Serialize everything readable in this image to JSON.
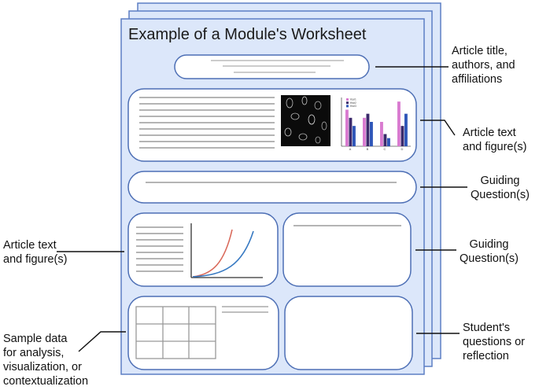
{
  "worksheet_title": "Example of a Module's Worksheet",
  "callouts": {
    "title_authors": [
      "Article title,",
      "authors, and",
      "affiliations"
    ],
    "article_text_right": [
      "Article text",
      "and figure(s)"
    ],
    "guiding_question_1": [
      "Guiding",
      "Question(s)"
    ],
    "article_text_left": [
      "Article text",
      "and figure(s)"
    ],
    "guiding_question_2": [
      "Guiding",
      "Question(s)"
    ],
    "sample_data": [
      "Sample data",
      "for analysis,",
      "visualization, or",
      "contextualization"
    ],
    "student_questions": [
      "Student's",
      "questions or",
      "reflection"
    ]
  },
  "mini_bar_chart": {
    "legend": [
      "Year1",
      "Year2",
      "Year3"
    ],
    "categories": [
      "A",
      "B",
      "C",
      "D"
    ],
    "series_colors": [
      "#d97bd0",
      "#3b2a6b",
      "#2f56b8"
    ],
    "values": [
      [
        9,
        7,
        6,
        11
      ],
      [
        7,
        8,
        3,
        5
      ],
      [
        5,
        6,
        2,
        8
      ]
    ]
  },
  "colors": {
    "page_fill": "#dce7fa",
    "page_stroke": "#5d7fc4",
    "panel_stroke": "#4d6fb5",
    "curve_red": "#d9695a",
    "curve_blue": "#3779c2"
  }
}
